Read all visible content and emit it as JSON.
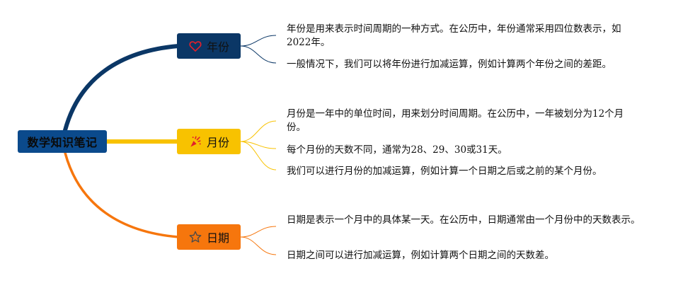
{
  "root": {
    "label": "数学知识笔记"
  },
  "branches": [
    {
      "label": "年份",
      "icon": "heart-icon",
      "color": "#0b3766",
      "notes": [
        "年份是用来表示时间周期的一种方式。在公历中，年份通常采用四位数表示，如2022年。",
        "一般情况下，我们可以将年份进行加减运算，例如计算两个年份之间的差距。"
      ]
    },
    {
      "label": "月份",
      "icon": "party-popper-icon",
      "color": "#f8c200",
      "notes": [
        "月份是一年中的单位时间，用来划分时间周期。在公历中，一年被划分为12个月份。",
        "每个月份的天数不同，通常为28、29、30或31天。",
        "我们可以进行月份的加减运算，例如计算一个日期之后或之前的某个月份。"
      ]
    },
    {
      "label": "日期",
      "icon": "star-icon",
      "color": "#f6760d",
      "notes": [
        "日期是表示一个月中的具体某一天。在公历中，日期通常由一个月份中的天数表示。",
        "日期之间可以进行加减运算，例如计算两个日期之间的天数差。"
      ]
    }
  ]
}
